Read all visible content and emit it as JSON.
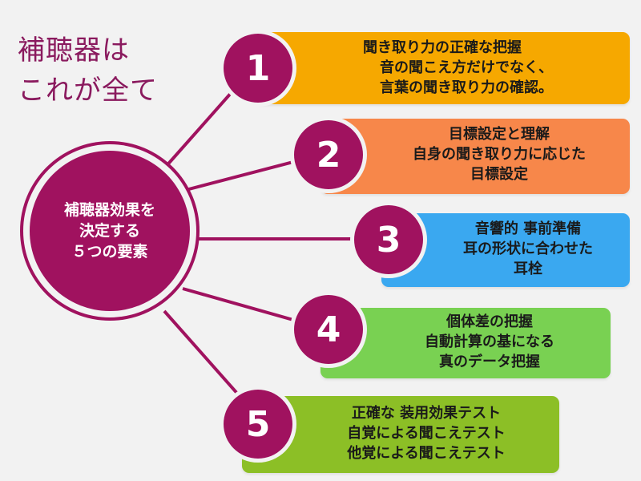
{
  "title": {
    "line1": "補聴器は",
    "line2": "これが全て"
  },
  "hub": {
    "line1": "補聴器効果を",
    "line2": "決定する",
    "line3": "５つの要素"
  },
  "items": [
    {
      "number": "1",
      "heading": "聞き取り力の正確な把握",
      "line1": "音の聞こえ方だけでなく、",
      "line2": "言葉の聞き取り力の確認。",
      "color": "#f6a800"
    },
    {
      "number": "2",
      "heading": "目標設定と理解",
      "line1": "自身の聞き取り力に応じた",
      "line2": "目標設定",
      "color": "#f7874a"
    },
    {
      "number": "3",
      "heading": "音響的 事前準備",
      "line1": "耳の形状に合わせた",
      "line2": "耳栓",
      "color": "#3aa8f0"
    },
    {
      "number": "4",
      "heading": "個体差の把握",
      "line1": "自動計算の基になる",
      "line2": "真のデータ把握",
      "color": "#79d152"
    },
    {
      "number": "5",
      "heading": "正確な 装用効果テスト",
      "line1": "自覚による聞こえテスト",
      "line2": "他覚による聞こえテスト",
      "color": "#8cbf26"
    }
  ],
  "colors": {
    "accent": "#a0125f",
    "title": "#8a1a5e",
    "background": "#f2f2f2"
  }
}
